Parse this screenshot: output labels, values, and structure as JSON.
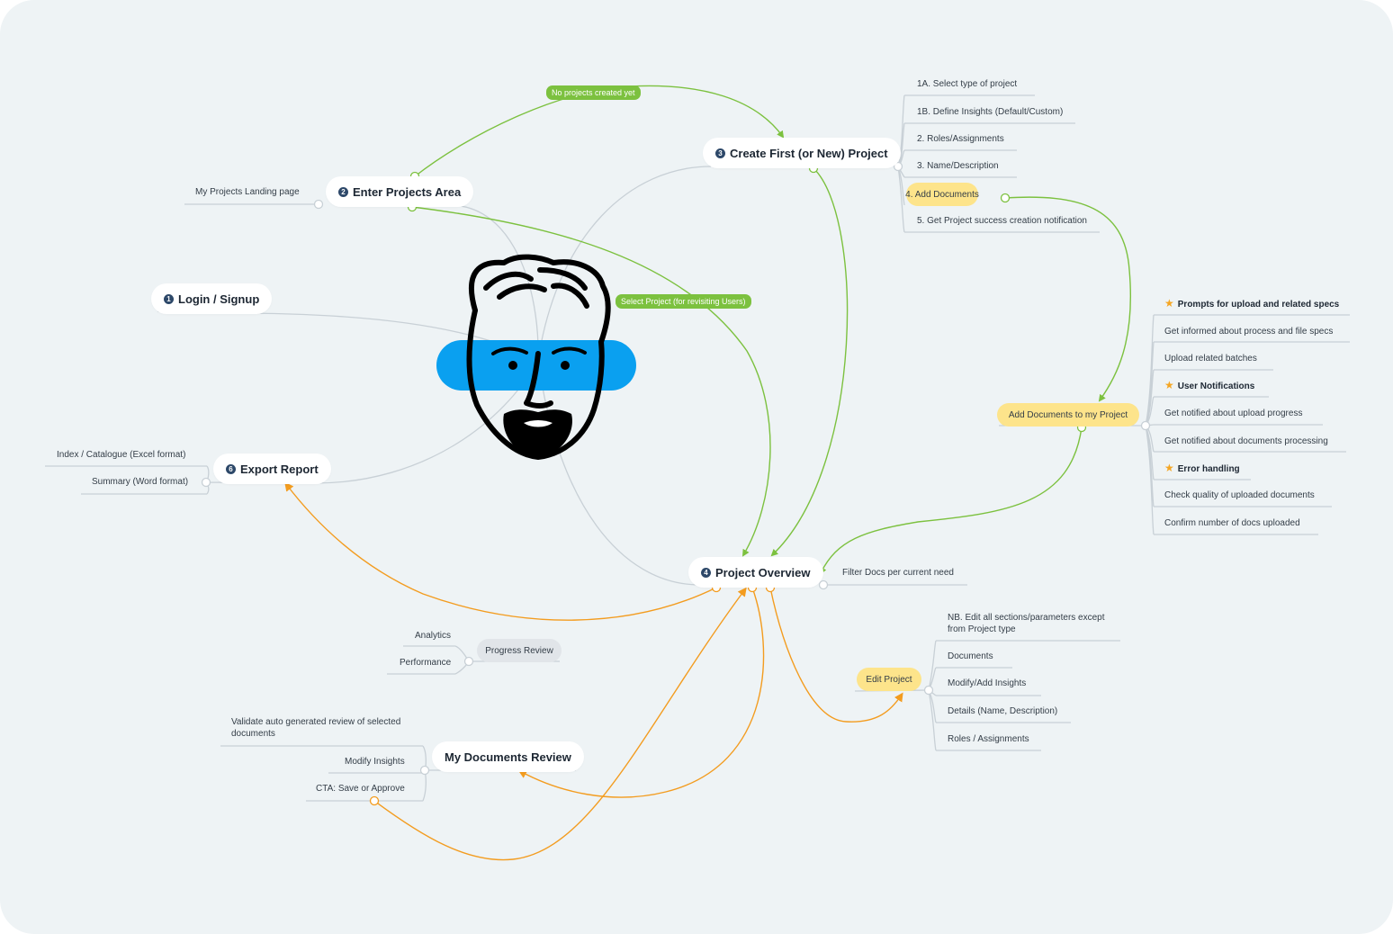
{
  "nodes": {
    "login": {
      "num": "1",
      "label": "Login / Signup"
    },
    "enter_projects": {
      "num": "2",
      "label": "Enter Projects Area"
    },
    "create_project": {
      "num": "3",
      "label": "Create First (or New) Project"
    },
    "project_overview": {
      "num": "4",
      "label": "Project Overview"
    },
    "export_report": {
      "num": "6",
      "label": "Export Report"
    },
    "my_documents_review": {
      "label": "My Documents Review"
    },
    "add_documents": {
      "label": "Add Documents to my Project"
    },
    "edit_project": {
      "label": "Edit Project"
    },
    "progress_review": {
      "label": "Progress Review"
    }
  },
  "relation_labels": {
    "no_projects": "No projects created yet",
    "select_project": "Select Project (for revisiting Users)"
  },
  "leaves": {
    "projects_landing": "My Projects Landing page",
    "create_steps": [
      "1A. Select type of project",
      "1B. Define Insights (Default/Custom)",
      "2. Roles/Assignments",
      "3. Name/Description",
      "4. Add Documents",
      "5. Get Project success creation notification"
    ],
    "add_docs_items": [
      "Prompts for upload and related specs",
      "Get informed about process and file specs",
      "Upload related batches",
      "User Notifications",
      "Get notified about upload progress",
      "Get notified about documents processing",
      "Error handling",
      "Check quality of uploaded documents",
      "Confirm number of docs uploaded"
    ],
    "filter_docs": "Filter Docs per current need",
    "edit_items": [
      "NB. Edit all sections/parameters except from Project type",
      "Documents",
      "Modify/Add Insights",
      "Details (Name, Description)",
      "Roles / Assignments"
    ],
    "progress_items": [
      "Analytics",
      "Performance"
    ],
    "review_items": [
      "Validate auto generated review of selected documents",
      "Modify Insights",
      "CTA: Save or Approve"
    ],
    "export_items": [
      "Index / Catalogue (Excel format)",
      "Summary (Word format)"
    ]
  },
  "colors": {
    "background": "#eef3f5",
    "green_link": "#7cc13f",
    "orange_link": "#f39c1f",
    "grey_link": "#c8d0d6",
    "highlight": "#fde48b",
    "visor": "#0aa0f0",
    "number_badge": "#2d4869"
  },
  "icons": {
    "star": "star-icon",
    "center": "user-avatar-icon"
  }
}
